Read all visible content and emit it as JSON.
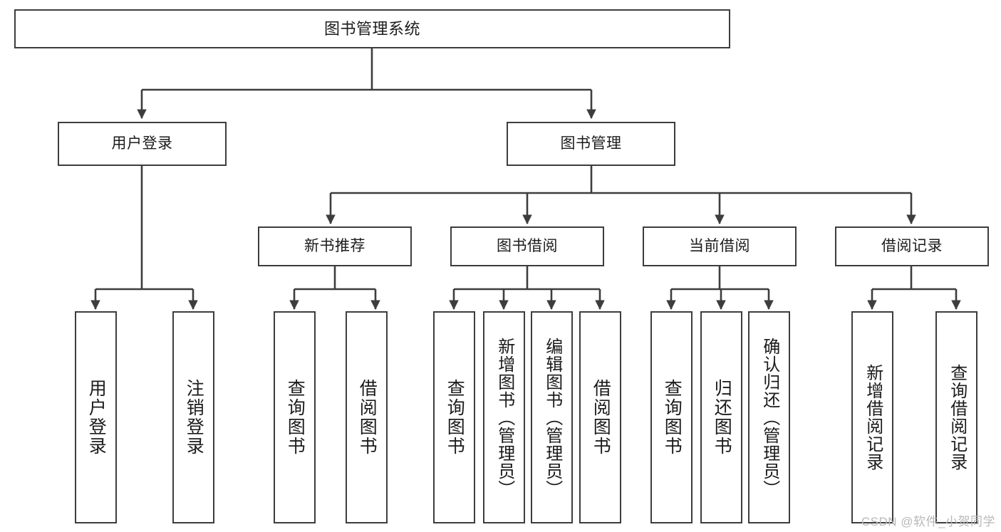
{
  "diagram": {
    "title": "图书管理系统",
    "type": "tree-hierarchy-chart",
    "colors": {
      "stroke": "#3d3d3d",
      "fill": "#ffffff",
      "text": "#1b1b1b",
      "watermark": "#b8b8b8"
    },
    "nodes": {
      "root": {
        "label": "图书管理系统"
      },
      "tier2": [
        {
          "id": "user-login",
          "label": "用户登录"
        },
        {
          "id": "book-manage",
          "label": "图书管理"
        }
      ],
      "tier3": [
        {
          "id": "new-book-recommend",
          "label": "新书推荐"
        },
        {
          "id": "book-borrow",
          "label": "图书借阅"
        },
        {
          "id": "current-borrow",
          "label": "当前借阅"
        },
        {
          "id": "borrow-record",
          "label": "借阅记录"
        }
      ],
      "leaves": {
        "user-login": [
          {
            "id": "leaf-user-login",
            "label": "用户登录"
          },
          {
            "id": "leaf-user-logout",
            "label": "注销登录"
          }
        ],
        "new-book-recommend": [
          {
            "id": "leaf-query-book-1",
            "label": "查询图书"
          },
          {
            "id": "leaf-borrow-book-1",
            "label": "借阅图书"
          }
        ],
        "book-borrow": [
          {
            "id": "leaf-query-book-2",
            "label": "查询图书"
          },
          {
            "id": "leaf-add-book",
            "label": "新增图书（管理员）"
          },
          {
            "id": "leaf-edit-book",
            "label": "编辑图书（管理员）"
          },
          {
            "id": "leaf-borrow-book-2",
            "label": "借阅图书"
          }
        ],
        "current-borrow": [
          {
            "id": "leaf-query-book-3",
            "label": "查询图书"
          },
          {
            "id": "leaf-return-book",
            "label": "归还图书"
          },
          {
            "id": "leaf-confirm-return",
            "label": "确认归还（管理员）"
          }
        ],
        "borrow-record": [
          {
            "id": "leaf-add-record",
            "label": "新增借阅记录"
          },
          {
            "id": "leaf-query-record",
            "label": "查询借阅记录"
          }
        ]
      }
    },
    "watermark": "CSDN @软件_小贺同学"
  }
}
